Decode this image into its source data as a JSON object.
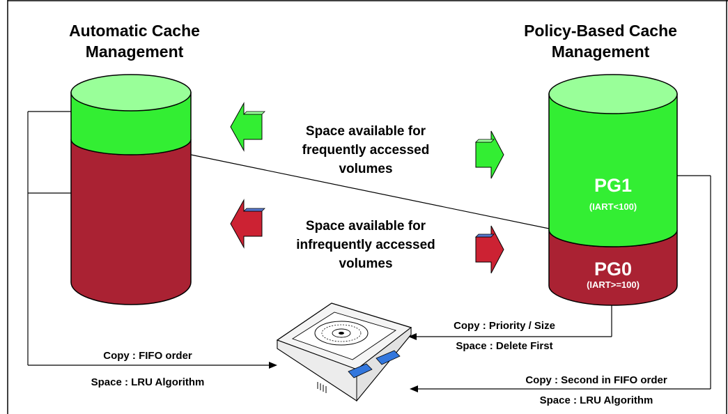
{
  "left_panel": {
    "title_line1": "Automatic Cache",
    "title_line2": "Management",
    "copy_label": "Copy : FIFO order",
    "space_label": "Space : LRU Algorithm"
  },
  "right_panel": {
    "title_line1": "Policy-Based Cache",
    "title_line2": "Management",
    "pg1_label": "PG1",
    "pg1_sub": "(IART<100)",
    "pg0_label": "PG0",
    "pg0_sub": "(IART>=100)"
  },
  "middle": {
    "frequent_line1": "Space available for",
    "frequent_line2": "frequently accessed",
    "frequent_line3": "volumes",
    "infrequent_line1": "Space available for",
    "infrequent_line2": "infrequently accessed",
    "infrequent_line3": "volumes"
  },
  "pg0_path": {
    "copy_label": "Copy : Priority / Size",
    "space_label": "Space : Delete First"
  },
  "pg1_path": {
    "copy_label": "Copy : Second in FIFO order",
    "space_label": "Space : LRU Algorithm"
  },
  "colors": {
    "green": "#33ee33",
    "green_light": "#99ff99",
    "red": "#aa2233",
    "red_top": "#cc3344",
    "border": "#000000"
  },
  "icons": {
    "tape_cartridge": "tape-cartridge-icon"
  }
}
